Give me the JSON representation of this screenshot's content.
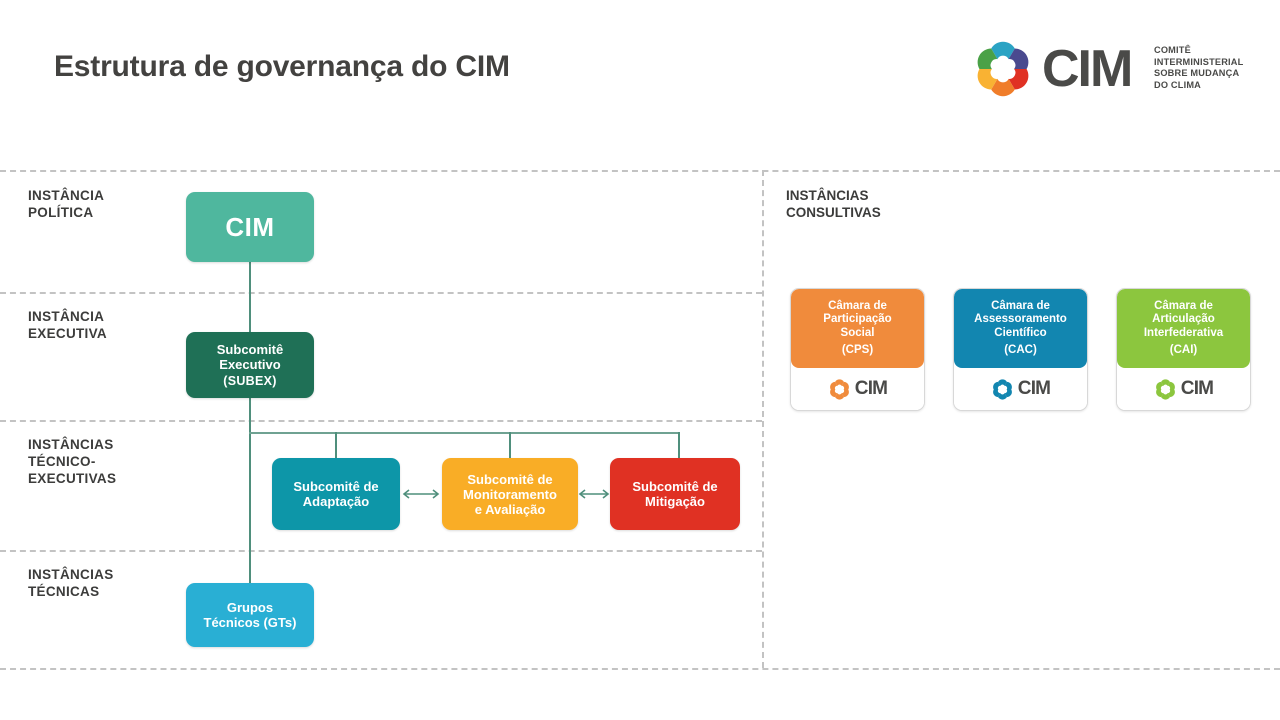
{
  "header": {
    "title": "Estrutura de governança do CIM",
    "logo": {
      "mark": "cim-gear-logo",
      "wordmark": "CIM",
      "subtitle_lines": [
        "COMITÊ",
        "INTERMINISTERIAL",
        "SOBRE MUDANÇA",
        "DO CLIMA"
      ]
    }
  },
  "left_panel": {
    "rows": [
      {
        "label_lines": [
          "INSTÂNCIA",
          "POLÍTICA"
        ]
      },
      {
        "label_lines": [
          "INSTÂNCIA",
          "EXECUTIVA"
        ]
      },
      {
        "label_lines": [
          "INSTÂNCIAS",
          "TÉCNICO-",
          "EXECUTIVAS"
        ]
      },
      {
        "label_lines": [
          "INSTÂNCIAS",
          "TÉCNICAS"
        ]
      }
    ],
    "nodes": {
      "cim": {
        "label": "CIM",
        "color": "#4fb79e"
      },
      "subex": {
        "line1": "Subcomitê",
        "line2": "Executivo",
        "code": "(SUBEX)",
        "color": "#1f7056"
      },
      "adaptacao": {
        "line1": "Subcomitê de",
        "line2": "Adaptação",
        "color": "#0d96a8"
      },
      "monitoramento": {
        "line1": "Subcomitê de",
        "line2": "Monitoramento",
        "line3": "e Avaliação",
        "color": "#f9ad26"
      },
      "mitigacao": {
        "line1": "Subcomitê de",
        "line2": "Mitigação",
        "color": "#e03123"
      },
      "grupos_tecnicos": {
        "line1": "Grupos",
        "line2": "Técnicos (GTs)",
        "color": "#29afd4"
      }
    },
    "connector_color": "#4f8f7c"
  },
  "right_panel": {
    "title_lines": [
      "INSTÂNCIAS",
      "CONSULTIVAS"
    ],
    "cards": [
      {
        "name": "camara-participacao-social",
        "title_lines": [
          "Câmara de",
          "Participação",
          "Social"
        ],
        "code": "(CPS)",
        "color": "#f08b3c",
        "footer_logo": "cim-gear-logo",
        "footer_text": "CIM"
      },
      {
        "name": "camara-assessoramento-cientifico",
        "title_lines": [
          "Câmara de",
          "Assessoramento",
          "Científico"
        ],
        "code": "(CAC)",
        "color": "#1286b0",
        "footer_logo": "cim-gear-logo",
        "footer_text": "CIM"
      },
      {
        "name": "camara-articulacao-interfederativa",
        "title_lines": [
          "Câmara de",
          "Articulação",
          "Interfederativa"
        ],
        "code": "(CAI)",
        "color": "#8cc63e",
        "footer_logo": "cim-gear-logo",
        "footer_text": "CIM"
      }
    ]
  },
  "colors": {
    "divider": "#c3c3c3",
    "text": "#3c3c3b",
    "background": "#ffffff"
  }
}
